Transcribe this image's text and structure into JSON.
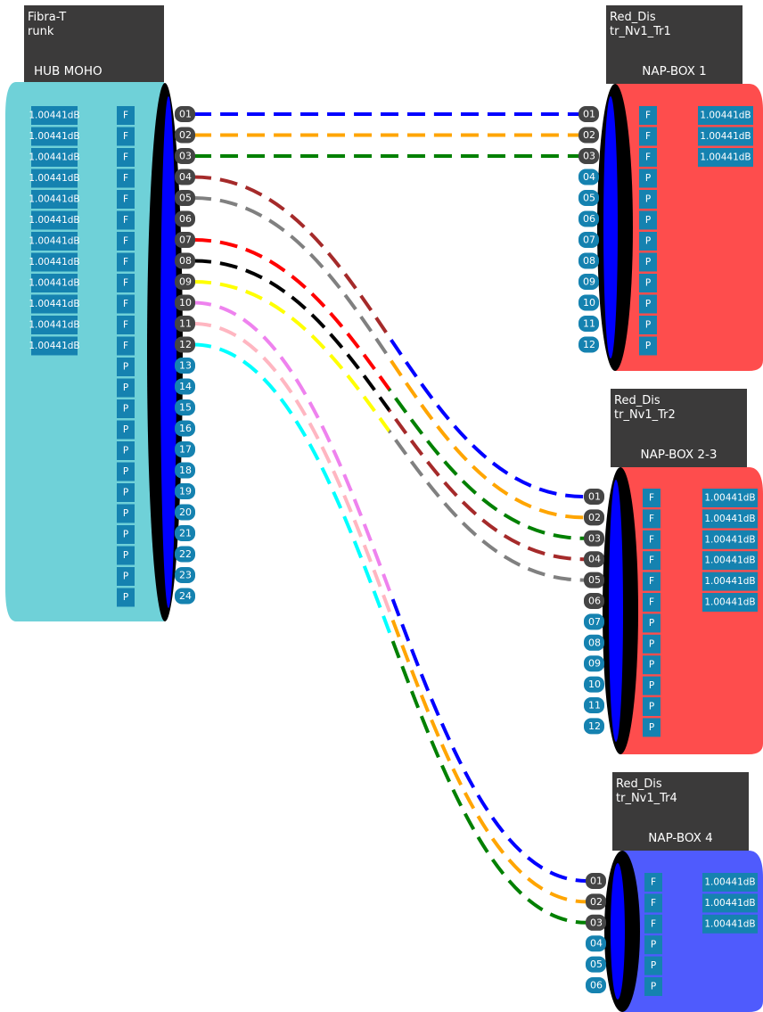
{
  "hub": {
    "cable_title": "Fibra-T\nrunk",
    "name": "HUB MOHO",
    "body_color": "#6fd1d8",
    "ports": [
      "01",
      "02",
      "03",
      "04",
      "05",
      "06",
      "07",
      "08",
      "09",
      "10",
      "11",
      "12",
      "13",
      "14",
      "15",
      "16",
      "17",
      "18",
      "19",
      "20",
      "21",
      "22",
      "23",
      "24"
    ],
    "attenuation": [
      "1.00441dB",
      "1.00441dB",
      "1.00441dB",
      "1.00441dB",
      "1.00441dB",
      "1.00441dB",
      "1.00441dB",
      "1.00441dB",
      "1.00441dB",
      "1.00441dB",
      "1.00441dB",
      "1.00441dB"
    ],
    "status": [
      "F",
      "F",
      "F",
      "F",
      "F",
      "F",
      "F",
      "F",
      "F",
      "F",
      "F",
      "F",
      "P",
      "P",
      "P",
      "P",
      "P",
      "P",
      "P",
      "P",
      "P",
      "P",
      "P",
      "P"
    ]
  },
  "boxes": [
    {
      "cable_title": "Red_Dis\ntr_Nv1_Tr1",
      "name": "NAP-BOX 1",
      "body_color": "#fe4d4d",
      "ports": [
        "01",
        "02",
        "03",
        "04",
        "05",
        "06",
        "07",
        "08",
        "09",
        "10",
        "11",
        "12"
      ],
      "status": [
        "F",
        "F",
        "F",
        "P",
        "P",
        "P",
        "P",
        "P",
        "P",
        "P",
        "P",
        "P"
      ],
      "attenuation": [
        "1.00441dB",
        "1.00441dB",
        "1.00441dB"
      ]
    },
    {
      "cable_title": "Red_Dis\ntr_Nv1_Tr2",
      "name": "NAP-BOX 2-3",
      "body_color": "#fe4d4d",
      "ports": [
        "01",
        "02",
        "03",
        "04",
        "05",
        "06",
        "07",
        "08",
        "09",
        "10",
        "11",
        "12"
      ],
      "status": [
        "F",
        "F",
        "F",
        "F",
        "F",
        "F",
        "P",
        "P",
        "P",
        "P",
        "P",
        "P"
      ],
      "attenuation": [
        "1.00441dB",
        "1.00441dB",
        "1.00441dB",
        "1.00441dB",
        "1.00441dB",
        "1.00441dB"
      ]
    },
    {
      "cable_title": "Red_Dis\ntr_Nv1_Tr4",
      "name": "NAP-BOX 4",
      "body_color": "#4f5bfd",
      "ports": [
        "01",
        "02",
        "03",
        "04",
        "05",
        "06"
      ],
      "status": [
        "F",
        "F",
        "F",
        "P",
        "P",
        "P"
      ],
      "attenuation": [
        "1.00441dB",
        "1.00441dB",
        "1.00441dB"
      ]
    }
  ],
  "links": [
    {
      "from": "01",
      "box": 0,
      "to": "01",
      "color": "#0000ff"
    },
    {
      "from": "02",
      "box": 0,
      "to": "02",
      "color": "#ffa500"
    },
    {
      "from": "03",
      "box": 0,
      "to": "03",
      "color": "#008000"
    },
    {
      "from": "04",
      "box": 1,
      "to": "01",
      "color": "#a52a2a",
      "to_color": "#0000ff"
    },
    {
      "from": "05",
      "box": 1,
      "to": "02",
      "color": "#808080",
      "to_color": "#ffa500"
    },
    {
      "from": "07",
      "box": 1,
      "to": "03",
      "color": "#ff0000",
      "to_color": "#008000"
    },
    {
      "from": "08",
      "box": 1,
      "to": "04",
      "color": "#000000",
      "to_color": "#a52a2a"
    },
    {
      "from": "09",
      "box": 1,
      "to": "05",
      "color": "#ffff00",
      "to_color": "#808080"
    },
    {
      "from": "10",
      "box": 2,
      "to": "01",
      "color": "#ee82ee",
      "to_color": "#0000ff"
    },
    {
      "from": "11",
      "box": 2,
      "to": "02",
      "color": "#ffb6c1",
      "to_color": "#ffa500"
    },
    {
      "from": "12",
      "box": 2,
      "to": "03",
      "color": "#00ffff",
      "to_color": "#008000"
    }
  ],
  "colors": {
    "header": "#3b3a3a",
    "port_used": "#454545",
    "port_free": "#1582b0",
    "label_bg": "#1582b0",
    "cylinder_rim": "#000000",
    "cylinder_band": "#0000ff"
  }
}
